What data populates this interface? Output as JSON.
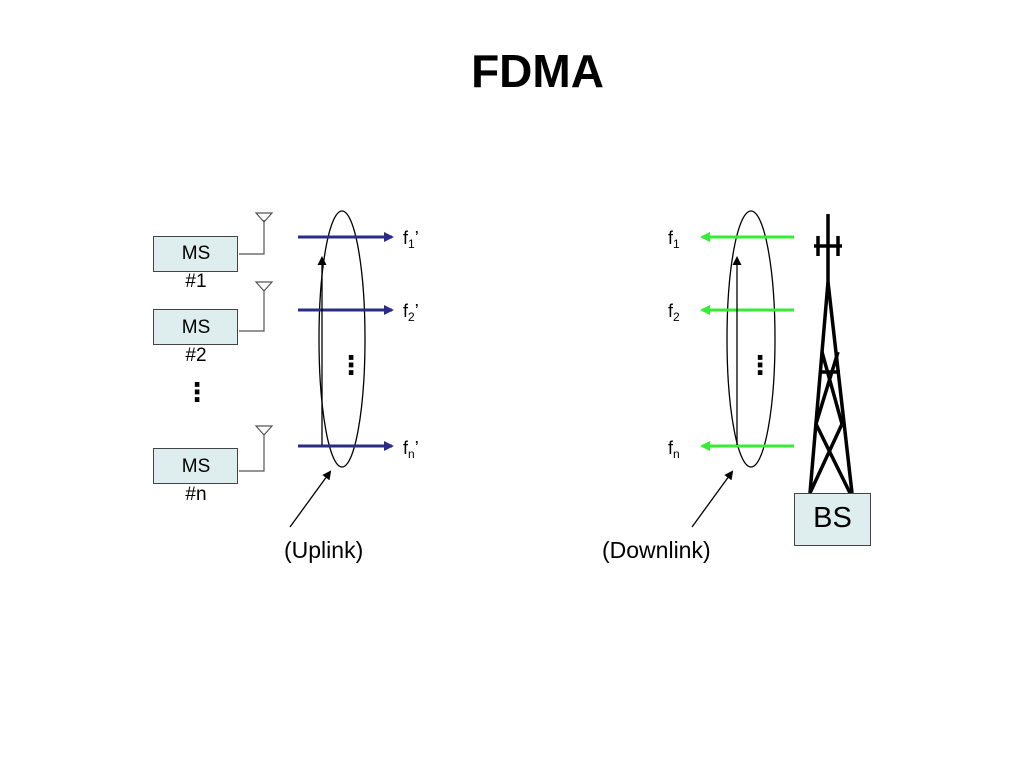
{
  "title": "FDMA",
  "mobile_stations": [
    {
      "line1": "MS",
      "line2": "#1"
    },
    {
      "line1": "MS",
      "line2": "#2"
    },
    {
      "line1": "MS",
      "line2": "#n"
    }
  ],
  "uplink": {
    "caption": "(Uplink)",
    "arrow_color": "#2b2b8a",
    "frequencies": [
      {
        "base": "f",
        "sub": "1",
        "suffix": "’"
      },
      {
        "base": "f",
        "sub": "2",
        "suffix": "’"
      },
      {
        "base": "f",
        "sub": "n",
        "suffix": "’"
      }
    ]
  },
  "downlink": {
    "caption": "(Downlink)",
    "arrow_color": "#33ee33",
    "frequencies": [
      {
        "base": "f",
        "sub": "1",
        "suffix": ""
      },
      {
        "base": "f",
        "sub": "2",
        "suffix": ""
      },
      {
        "base": "f",
        "sub": "n",
        "suffix": ""
      }
    ]
  },
  "base_station": {
    "label": "BS"
  },
  "ellipsis": "⋮"
}
